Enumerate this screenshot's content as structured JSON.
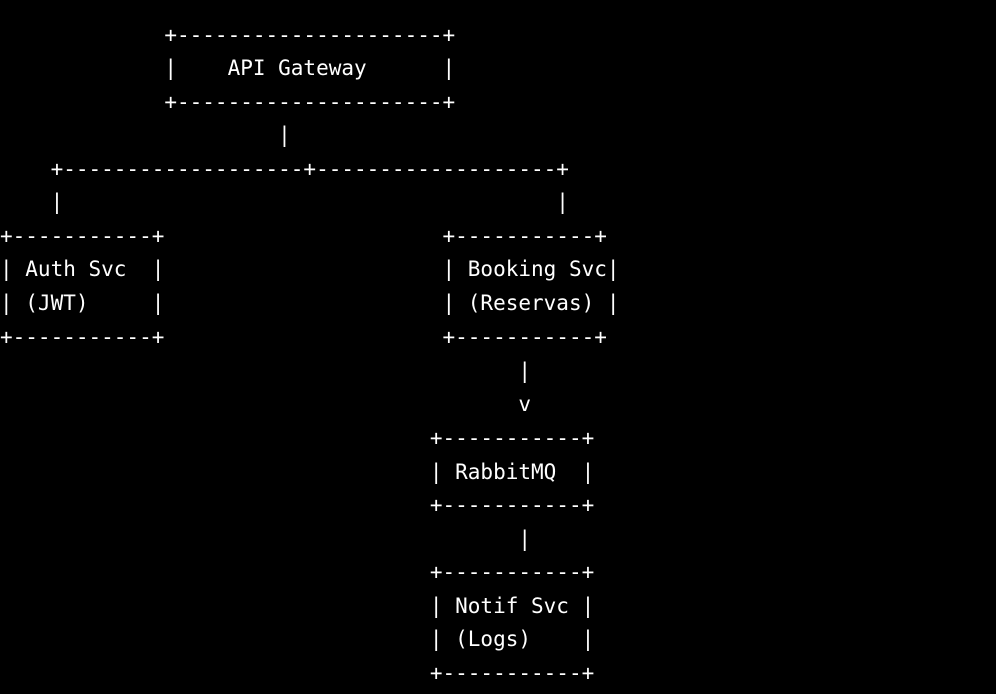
{
  "colors": {
    "background": "#000000",
    "text": "#ffffff"
  },
  "lines": [
    "             +---------------------+",
    "             |    API Gateway      |",
    "             +---------------------+",
    "                      |",
    "    +-------------------+-------------------+",
    "    |                                       |",
    "+-----------+                      +-----------+",
    "| Auth Svc  |                      | Booking Svc|",
    "| (JWT)     |                      | (Reservas) |",
    "+-----------+                      +-----------+",
    "                                         |",
    "                                         v",
    "                                  +-----------+",
    "                                  | RabbitMQ  |",
    "                                  +-----------+",
    "                                         |",
    "                                  +-----------+",
    "                                  | Notif Svc |",
    "                                  | (Logs)    |",
    "                                  +-----------+"
  ]
}
